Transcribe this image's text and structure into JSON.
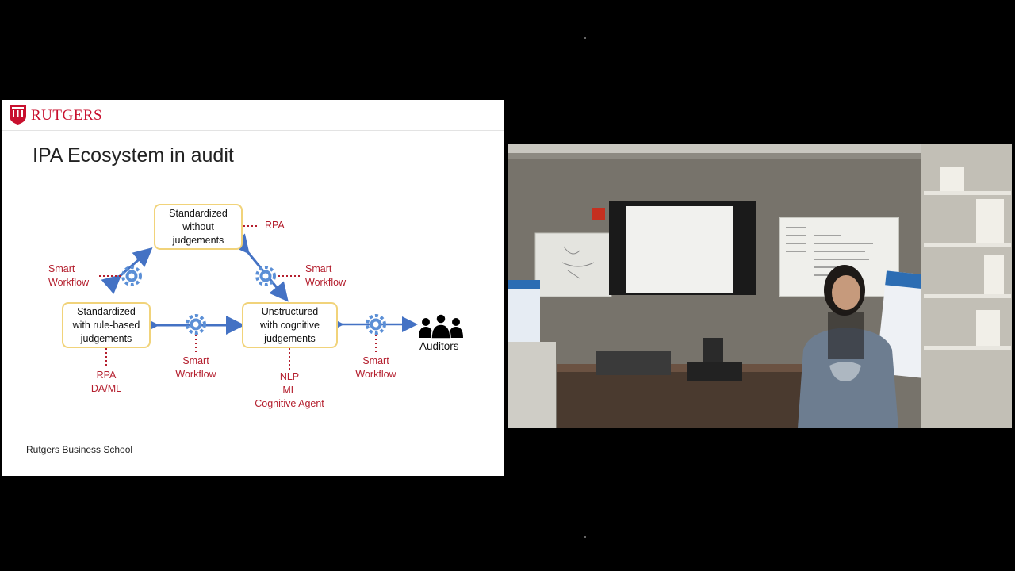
{
  "slide": {
    "logo_text": "RUTGERS",
    "title": "IPA Ecosystem in audit",
    "footer": "Rutgers Business School",
    "boxes": {
      "top": "Standardized\nwithout\njudgements",
      "left": "Standardized\nwith rule-based\njudgements",
      "middle": "Unstructured\nwith cognitive\njudgements"
    },
    "labels": {
      "rpa_top": "RPA",
      "smart_workflow_left": "Smart\nWorkflow",
      "smart_workflow_right": "Smart\nWorkflow",
      "smart_workflow_bottom_mid": "Smart\nWorkflow",
      "smart_workflow_bottom_right": "Smart\nWorkflow",
      "rpa_daml": "RPA\nDA/ML",
      "nlp_ml_agent": "NLP\nML\nCognitive Agent",
      "auditors": "Auditors"
    },
    "colors": {
      "brand_red": "#c8102e",
      "label_red": "#b41f2e",
      "arrow_blue": "#4472c4",
      "box_border": "#f1d37a"
    }
  }
}
